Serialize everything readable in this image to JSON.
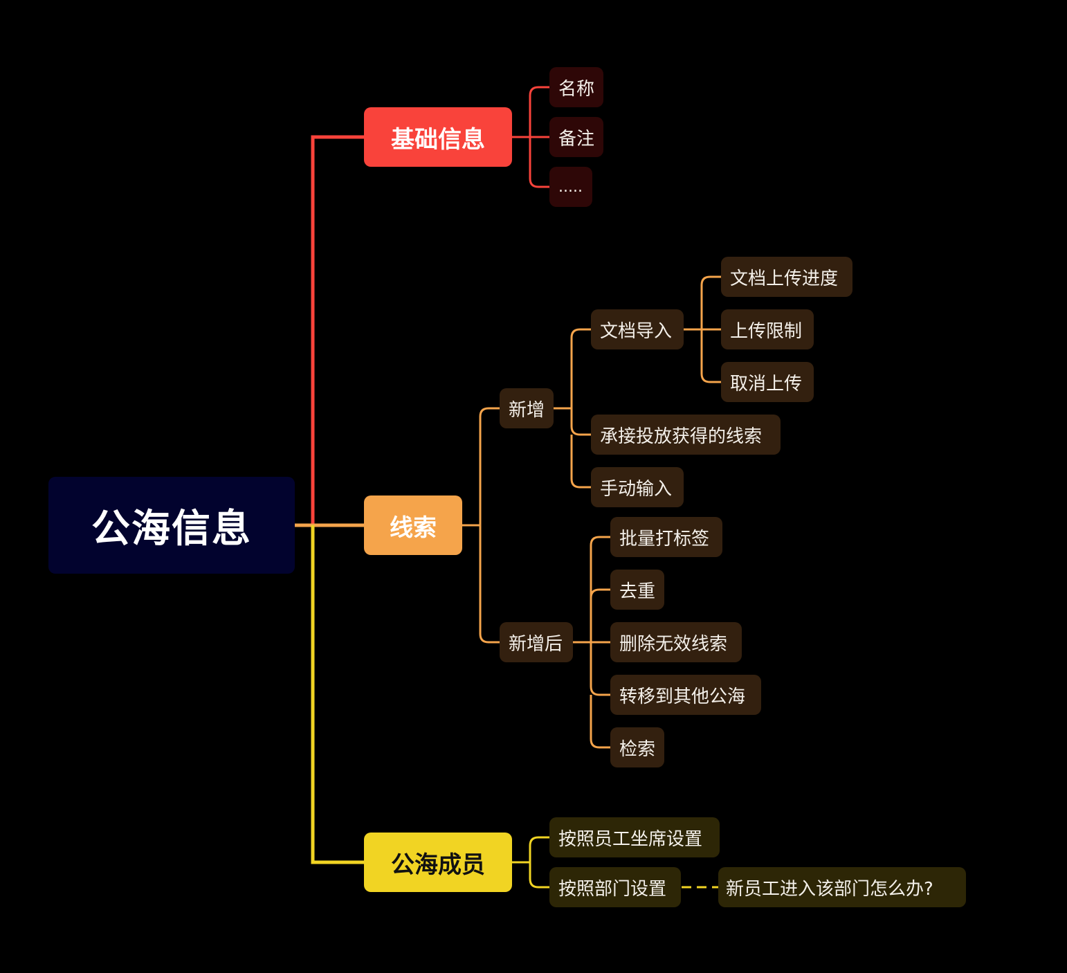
{
  "colors": {
    "background": "#000000",
    "root": "#02032e",
    "basic": "#f9433b",
    "clue": "#f5a44b",
    "members": "#f1d423"
  },
  "root": {
    "label": "公海信息"
  },
  "basic": {
    "label": "基础信息",
    "children": [
      "名称",
      "备注",
      "....."
    ]
  },
  "clue": {
    "label": "线索",
    "add": {
      "label": "新增",
      "doc_import": {
        "label": "文档导入",
        "children": [
          "文档上传进度",
          "上传限制",
          "取消上传"
        ]
      },
      "accept": "承接投放获得的线索",
      "manual": "手动输入"
    },
    "after_add": {
      "label": "新增后",
      "children": [
        "批量打标签",
        "去重",
        "删除无效线索",
        "转移到其他公海",
        "检索"
      ]
    }
  },
  "members": {
    "label": "公海成员",
    "by_seat": "按照员工坐席设置",
    "by_dept": "按照部门设置",
    "dept_question": "新员工进入该部门怎么办?"
  }
}
